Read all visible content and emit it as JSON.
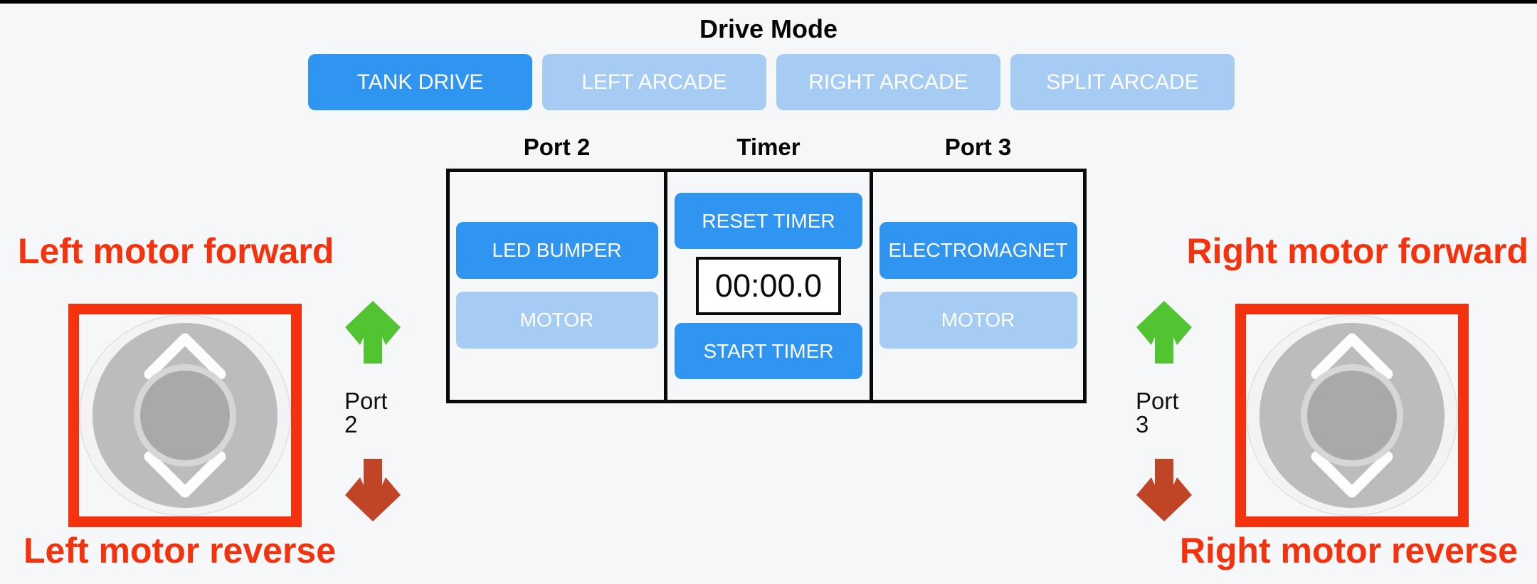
{
  "page": {
    "background": "#f6f7f9",
    "top_bar_color": "#000000"
  },
  "drive_mode": {
    "title": "Drive Mode",
    "tank_drive": "TANK DRIVE",
    "left_arcade": "LEFT ARCADE",
    "right_arcade": "RIGHT ARCADE",
    "split_arcade": "SPLIT ARCADE",
    "selected": "TANK DRIVE"
  },
  "control_panel": {
    "port2": {
      "header": "Port 2",
      "led_bumper_button": "LED BUMPER",
      "motor_button": "MOTOR"
    },
    "timer": {
      "header": "Timer",
      "reset_button": "RESET TIMER",
      "display_value": "00:00.0",
      "start_button": "START TIMER"
    },
    "port3": {
      "header": "Port 3",
      "electromagnet_button": "ELECTROMAGNET",
      "motor_button": "MOTOR"
    }
  },
  "left_control": {
    "forward_label": "Left motor forward",
    "reverse_label": "Left motor reverse",
    "port_label": "Port 2",
    "up_arrow_icon": "green-up-arrow",
    "down_arrow_icon": "red-down-arrow",
    "joystick_icon": "vertical-joystick"
  },
  "right_control": {
    "forward_label": "Right motor forward",
    "reverse_label": "Right motor reverse",
    "port_label": "Port 3",
    "up_arrow_icon": "green-up-arrow",
    "down_arrow_icon": "red-down-arrow",
    "joystick_icon": "vertical-joystick"
  },
  "colors": {
    "active_button_blue": "#3095f1",
    "inactive_button_blue": "#a6ccf4",
    "annotation_red": "#f4330e",
    "arrow_green": "#52c331",
    "arrow_red_brown": "#c04527",
    "panel_border_black": "#0a0a0a",
    "joystick_base_gray": "#bcbcbe",
    "joystick_knob_gray": "#a9a9ab"
  }
}
